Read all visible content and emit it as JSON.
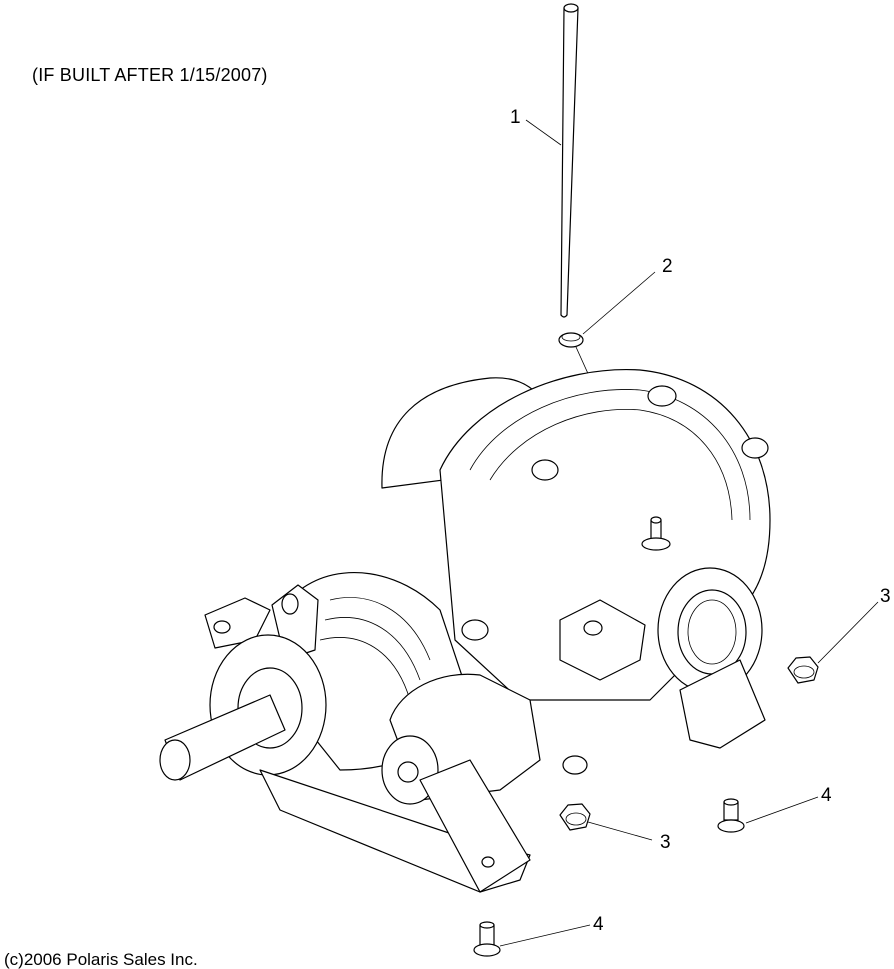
{
  "note": "(IF BUILT AFTER 1/15/2007)",
  "copyright": "(c)2006 Polaris Sales Inc.",
  "callouts": [
    {
      "id": "callout-1",
      "label": "1"
    },
    {
      "id": "callout-2",
      "label": "2"
    },
    {
      "id": "callout-3a",
      "label": "3"
    },
    {
      "id": "callout-3b",
      "label": "3"
    },
    {
      "id": "callout-4a",
      "label": "4"
    },
    {
      "id": "callout-4b",
      "label": "4"
    }
  ]
}
